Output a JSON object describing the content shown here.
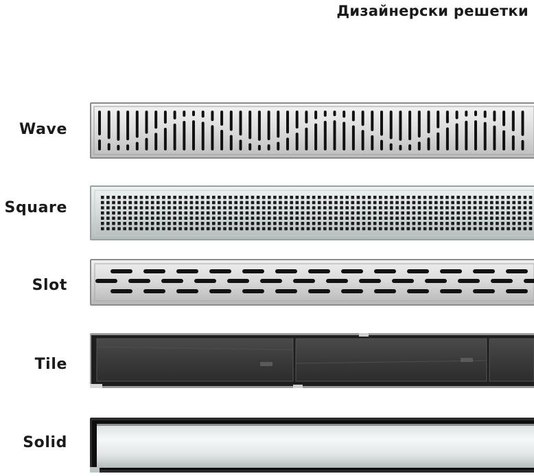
{
  "heading": "Дизайнерски решетки",
  "grates": [
    {
      "label": "Wave",
      "pattern": "wave-slots"
    },
    {
      "label": "Square",
      "pattern": "square-dots"
    },
    {
      "label": "Slot",
      "pattern": "offset-slots"
    },
    {
      "label": "Tile",
      "pattern": "tile-insert"
    },
    {
      "label": "Solid",
      "pattern": "solid-steel"
    }
  ]
}
